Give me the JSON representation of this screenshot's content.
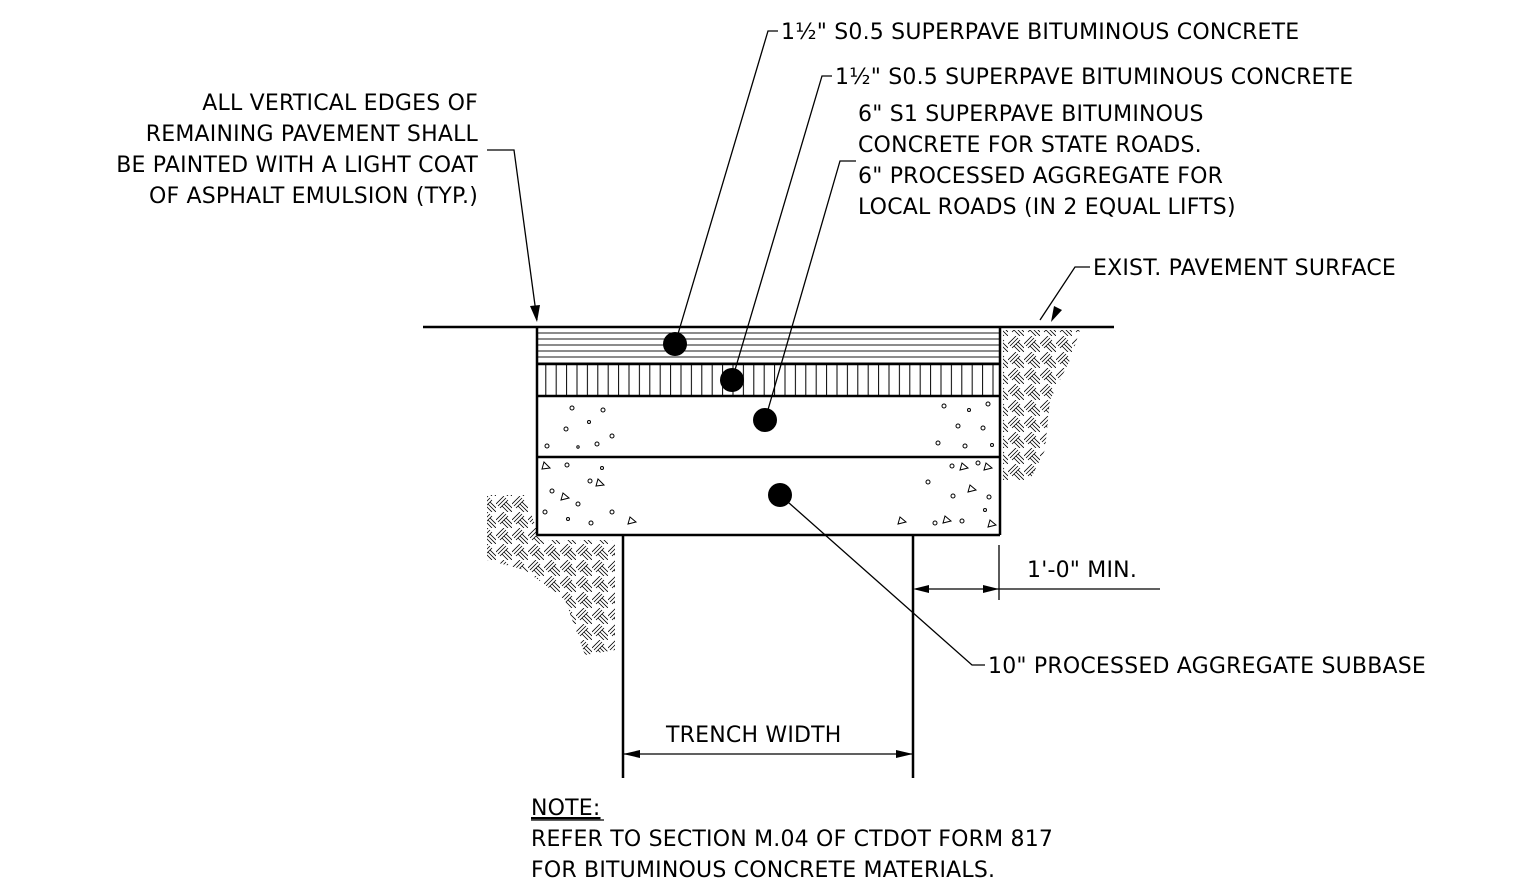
{
  "callouts": {
    "top_course": "1½\" S0.5 SUPERPAVE BITUMINOUS CONCRETE",
    "second_course": "1½\" S0.5 SUPERPAVE BITUMINOUS CONCRETE",
    "base_state": "6\" S1 SUPERPAVE BITUMINOUS",
    "base_state_2": "CONCRETE FOR STATE ROADS.",
    "base_local": "6\" PROCESSED AGGREGATE FOR",
    "base_local_2": "LOCAL ROADS (IN 2 EQUAL LIFTS)",
    "exist_pavement": "EXIST. PAVEMENT SURFACE",
    "subbase": "10\" PROCESSED AGGREGATE SUBBASE",
    "min_offset": "1'-0\" MIN.",
    "trench_width": "TRENCH WIDTH"
  },
  "edge_note": [
    "ALL VERTICAL EDGES OF",
    "REMAINING PAVEMENT SHALL",
    "BE PAINTED WITH A LIGHT COAT",
    "OF ASPHALT EMULSION (TYP.)"
  ],
  "note": {
    "heading": "NOTE:",
    "line1": "REFER TO SECTION M.04 OF CTDOT FORM 817",
    "line2": "FOR BITUMINOUS CONCRETE MATERIALS."
  }
}
